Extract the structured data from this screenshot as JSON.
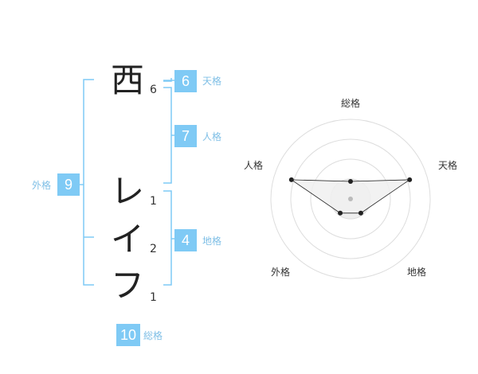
{
  "name": {
    "chars": [
      {
        "char": "西",
        "strokes": "6"
      },
      {
        "char": "レ",
        "strokes": "1"
      },
      {
        "char": "イ",
        "strokes": "2"
      },
      {
        "char": "フ",
        "strokes": "1"
      }
    ]
  },
  "fortune": {
    "tenkaku": {
      "label": "天格",
      "value": "6"
    },
    "jinkaku": {
      "label": "人格",
      "value": "7"
    },
    "chikaku": {
      "label": "地格",
      "value": "4"
    },
    "gaikaku": {
      "label": "外格",
      "value": "9"
    },
    "soukaku": {
      "label": "総格",
      "value": "10"
    }
  },
  "chart_data": {
    "type": "radar",
    "axes": [
      "総格",
      "天格",
      "地格",
      "外格",
      "人格"
    ],
    "values": [
      0.22,
      0.78,
      0.22,
      0.22,
      0.78
    ],
    "range": [
      0,
      1
    ],
    "rings": 4,
    "colors": {
      "fill": "#f0f0f0",
      "stroke": "#222222",
      "grid": "#dddddd",
      "center": "#bbbbbb"
    }
  },
  "colors": {
    "accent": "#7fcaf5",
    "label": "#7fbfe6"
  }
}
